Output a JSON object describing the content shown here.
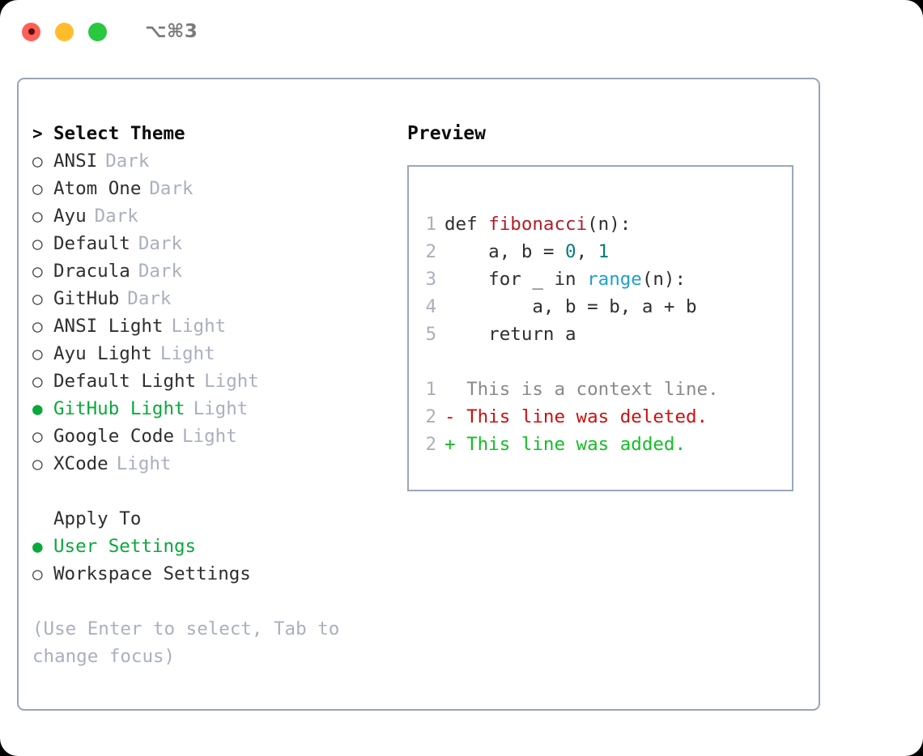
{
  "window": {
    "shortcut_label": "⌥⌘3",
    "traffic_lights": [
      "close-red",
      "minimize-yellow",
      "maximize-green"
    ],
    "colors": {
      "red": "#ff5f57",
      "yellow": "#ffbd2e",
      "green": "#28c840",
      "accent_green": "#0aa83c",
      "border": "#9aa5b4",
      "muted": "#a9b0bd"
    }
  },
  "theme_list": {
    "header_marker": ">",
    "header_label": "Select Theme",
    "items": [
      {
        "marker": "○",
        "name": "ANSI",
        "variant": "Dark",
        "selected": false
      },
      {
        "marker": "○",
        "name": "Atom One",
        "variant": "Dark",
        "selected": false
      },
      {
        "marker": "○",
        "name": "Ayu",
        "variant": "Dark",
        "selected": false
      },
      {
        "marker": "○",
        "name": "Default",
        "variant": "Dark",
        "selected": false
      },
      {
        "marker": "○",
        "name": "Dracula",
        "variant": "Dark",
        "selected": false
      },
      {
        "marker": "○",
        "name": "GitHub",
        "variant": "Dark",
        "selected": false
      },
      {
        "marker": "○",
        "name": "ANSI Light",
        "variant": "Light",
        "selected": false
      },
      {
        "marker": "○",
        "name": "Ayu Light",
        "variant": "Light",
        "selected": false
      },
      {
        "marker": "○",
        "name": "Default Light",
        "variant": "Light",
        "selected": false
      },
      {
        "marker": "●",
        "name": "GitHub Light",
        "variant": "Light",
        "selected": true
      },
      {
        "marker": "○",
        "name": "Google Code",
        "variant": "Light",
        "selected": false
      },
      {
        "marker": "○",
        "name": "XCode",
        "variant": "Light",
        "selected": false
      }
    ]
  },
  "apply_to": {
    "header_label": "Apply To",
    "items": [
      {
        "marker": "●",
        "name": "User Settings",
        "selected": true
      },
      {
        "marker": "○",
        "name": "Workspace Settings",
        "selected": false
      }
    ]
  },
  "hint": {
    "text": "(Use Enter to select, Tab to change focus)"
  },
  "preview": {
    "title": "Preview",
    "code_lines": [
      {
        "num": "1",
        "tokens": [
          {
            "t": "def ",
            "k": "tok-def"
          },
          {
            "t": "fibonacci",
            "k": "tok-func"
          },
          {
            "t": "(n):",
            "k": "tok-plain"
          }
        ]
      },
      {
        "num": "2",
        "tokens": [
          {
            "t": "    a, b = ",
            "k": "tok-plain"
          },
          {
            "t": "0",
            "k": "tok-num"
          },
          {
            "t": ", ",
            "k": "tok-plain"
          },
          {
            "t": "1",
            "k": "tok-num"
          }
        ]
      },
      {
        "num": "3",
        "tokens": [
          {
            "t": "    for _ in ",
            "k": "tok-plain"
          },
          {
            "t": "range",
            "k": "tok-builtin"
          },
          {
            "t": "(n):",
            "k": "tok-plain"
          }
        ]
      },
      {
        "num": "4",
        "tokens": [
          {
            "t": "        a, b = b, a + b",
            "k": "tok-plain"
          }
        ]
      },
      {
        "num": "5",
        "tokens": [
          {
            "t": "    return a",
            "k": "tok-plain"
          }
        ]
      }
    ],
    "diff_lines": [
      {
        "num": "1",
        "sign": " ",
        "text": " This is a context line.",
        "kind": "diff-context"
      },
      {
        "num": "2",
        "sign": "-",
        "text": " This line was deleted.",
        "kind": "diff-del"
      },
      {
        "num": "2",
        "sign": "+",
        "text": " This line was added.",
        "kind": "diff-add"
      }
    ]
  }
}
